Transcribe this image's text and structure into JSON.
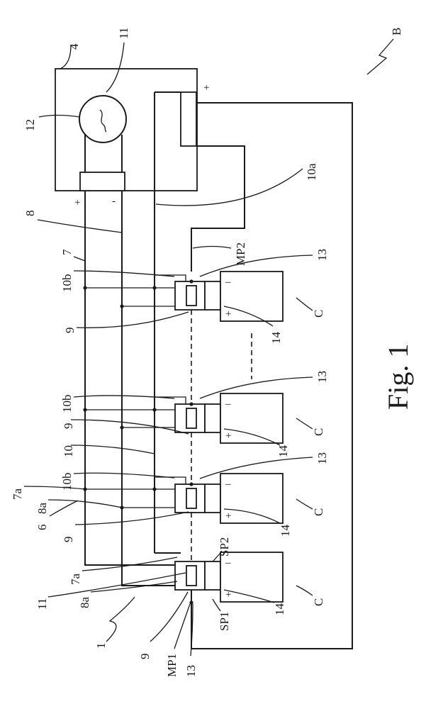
{
  "figure_label": "Fig. 1",
  "labels": {
    "B": "B",
    "n4": "4",
    "n11_top": "11",
    "n12": "12",
    "n10a": "10a",
    "n8": "8",
    "n7": "7",
    "MP2": "MP2",
    "n10b": "10b",
    "n13": "13",
    "n9": "9",
    "n14": "14",
    "n10": "10",
    "n7a": "7a",
    "n8a": "8a",
    "n6": "6",
    "SP1": "SP1",
    "SP2": "SP2",
    "MP1": "MP1",
    "n1": "1",
    "n11_bottom": "11",
    "C": "C"
  },
  "signs": {
    "plus": "+",
    "minus": "-",
    "cell_minus": "–"
  }
}
